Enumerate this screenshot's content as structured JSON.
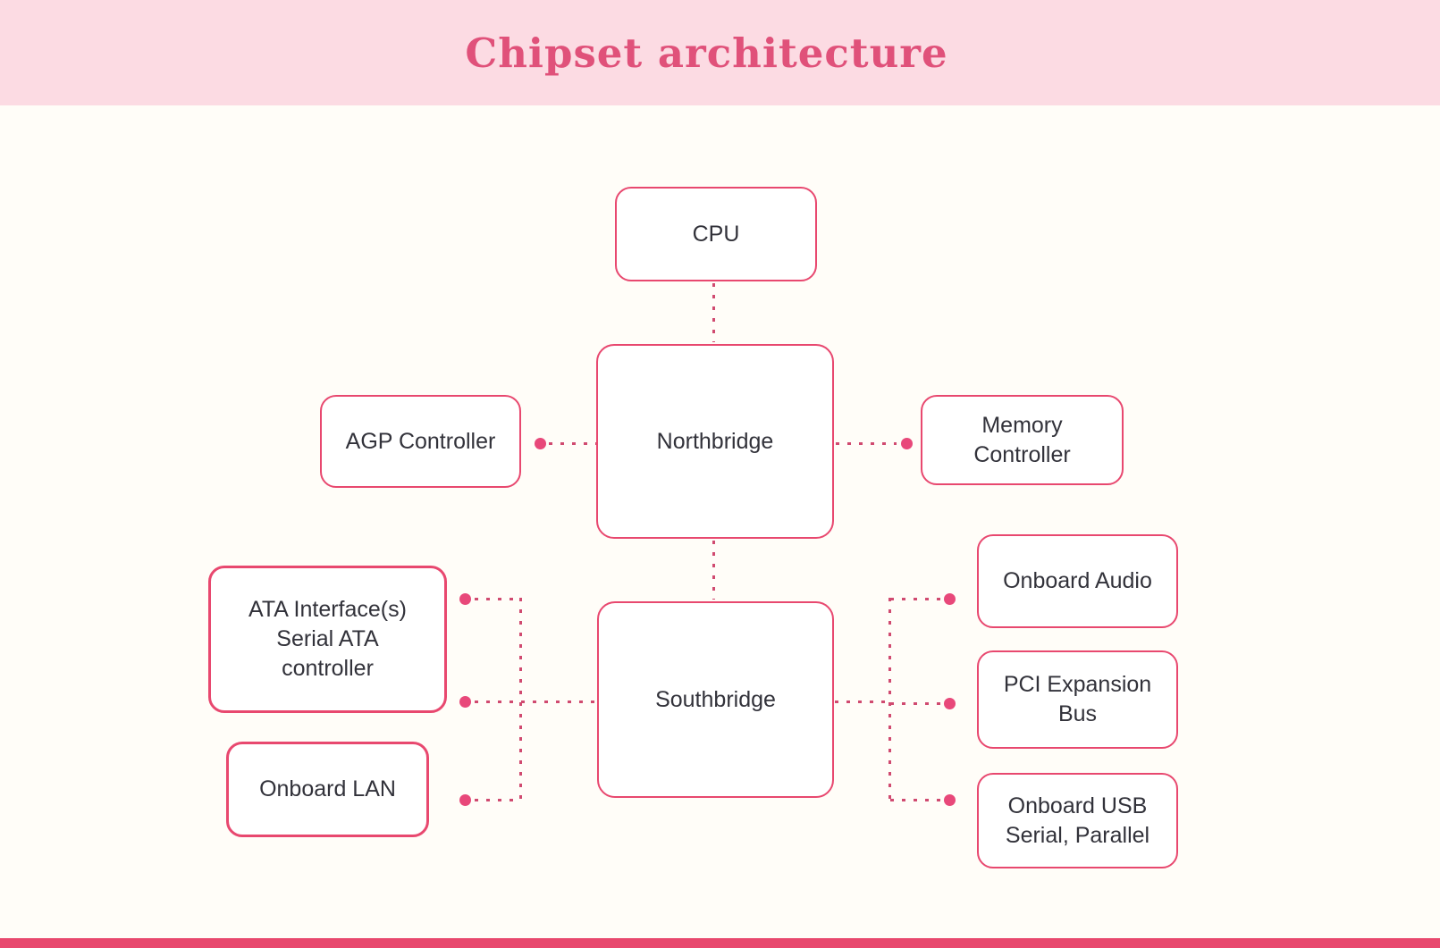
{
  "title_bar": {
    "title": "Chipset architecture"
  },
  "colors": {
    "header_bg": "#fcdbe3",
    "title_text": "#e0517a",
    "page_bg": "#fffdf8",
    "node_border": "#e8486f",
    "node_bg": "#ffffff",
    "node_text": "#32323a",
    "connector": "#d04a70",
    "dot": "#e8487a",
    "footer_bar": "#e8486e"
  },
  "diagram": {
    "nodes": {
      "cpu": {
        "lines": [
          "CPU"
        ]
      },
      "northbridge": {
        "lines": [
          "Northbridge"
        ]
      },
      "agp_controller": {
        "lines": [
          "AGP Controller"
        ]
      },
      "memory_controller": {
        "lines": [
          "Memory",
          "Controller"
        ]
      },
      "southbridge": {
        "lines": [
          "Southbridge"
        ]
      },
      "ata_interface": {
        "lines": [
          "ATA Interface(s)",
          "Serial ATA",
          "controller"
        ]
      },
      "onboard_lan": {
        "lines": [
          "Onboard LAN"
        ]
      },
      "onboard_audio": {
        "lines": [
          "Onboard Audio"
        ]
      },
      "pci_expansion_bus": {
        "lines": [
          "PCI Expansion",
          "Bus"
        ]
      },
      "onboard_usb": {
        "lines": [
          "Onboard USB",
          "Serial, Parallel"
        ]
      }
    },
    "edges": [
      {
        "from": "cpu",
        "to": "northbridge"
      },
      {
        "from": "agp_controller",
        "to": "northbridge"
      },
      {
        "from": "northbridge",
        "to": "memory_controller"
      },
      {
        "from": "northbridge",
        "to": "southbridge"
      },
      {
        "from": "ata_interface",
        "to": "southbridge"
      },
      {
        "from": "onboard_lan",
        "to": "southbridge"
      },
      {
        "from": "southbridge",
        "to": "onboard_audio"
      },
      {
        "from": "southbridge",
        "to": "pci_expansion_bus"
      },
      {
        "from": "southbridge",
        "to": "onboard_usb"
      }
    ]
  }
}
